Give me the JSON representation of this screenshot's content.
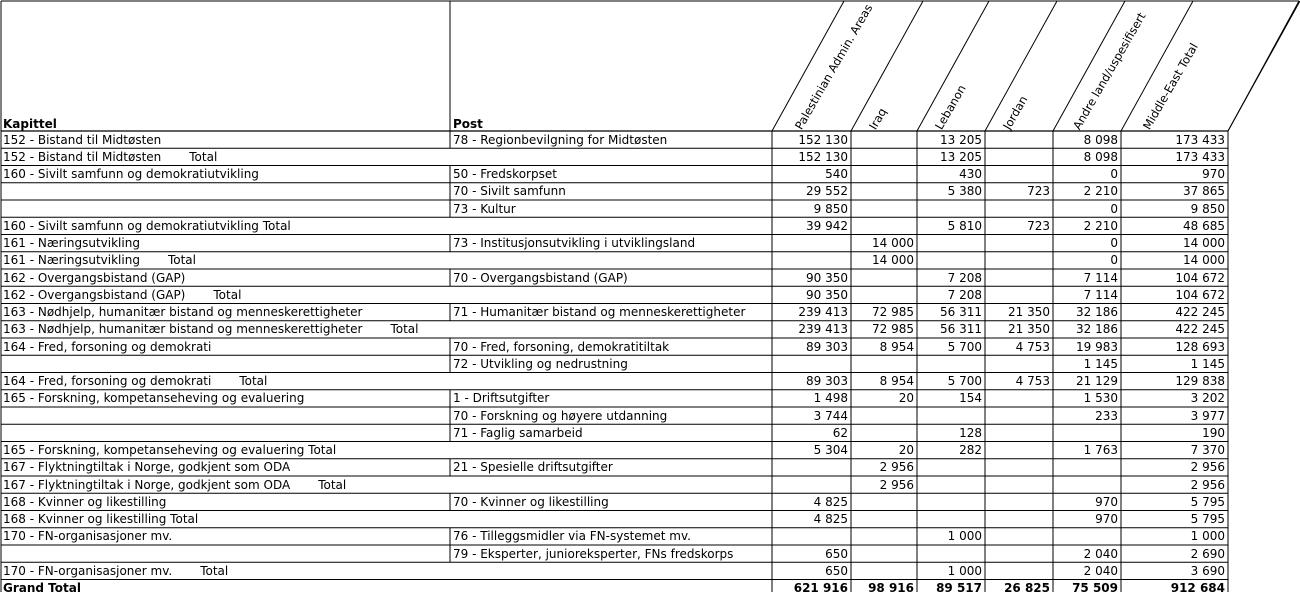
{
  "headers": {
    "kapittel": "Kapittel",
    "post": "Post",
    "columns": [
      "Palestinian Admin. Areas",
      "Iraq",
      "Lebanon",
      "Jordan",
      "Andre land/uspesifisert",
      "Middle-East Total"
    ]
  },
  "rows": [
    {
      "kap": "152 - Bistand til Midtøsten",
      "total": "",
      "post": "78 - Regionbevilgning for Midtøsten",
      "vals": [
        "152 130",
        "",
        "13 205",
        "",
        "8 098",
        "173 433"
      ]
    },
    {
      "kap": "152 - Bistand til Midtøsten",
      "total": "Total",
      "post": "",
      "vals": [
        "152 130",
        "",
        "13 205",
        "",
        "8 098",
        "173 433"
      ]
    },
    {
      "kap": "160 - Sivilt samfunn og demokratiutvikling",
      "total": "",
      "post": "50 - Fredskorpset",
      "vals": [
        "540",
        "",
        "430",
        "",
        "0",
        "970"
      ]
    },
    {
      "kap": "",
      "total": "",
      "post": "70 - Sivilt samfunn",
      "vals": [
        "29 552",
        "",
        "5 380",
        "723",
        "2 210",
        "37 865"
      ]
    },
    {
      "kap": "",
      "total": "",
      "post": "73 - Kultur",
      "vals": [
        "9 850",
        "",
        "",
        "",
        "0",
        "9 850"
      ]
    },
    {
      "kap": "160 - Sivilt samfunn og demokratiutvikling Total",
      "total": "",
      "post": "",
      "vals": [
        "39 942",
        "",
        "5 810",
        "723",
        "2 210",
        "48 685"
      ]
    },
    {
      "kap": "161 - Næringsutvikling",
      "total": "",
      "post": "73 - Institusjonsutvikling i utviklingsland",
      "vals": [
        "",
        "14 000",
        "",
        "",
        "0",
        "14 000"
      ]
    },
    {
      "kap": "161 - Næringsutvikling",
      "total": "Total",
      "post": "",
      "vals": [
        "",
        "14 000",
        "",
        "",
        "0",
        "14 000"
      ]
    },
    {
      "kap": "162 - Overgangsbistand (GAP)",
      "total": "",
      "post": "70 - Overgangsbistand (GAP)",
      "vals": [
        "90 350",
        "",
        "7 208",
        "",
        "7 114",
        "104 672"
      ]
    },
    {
      "kap": "162 - Overgangsbistand (GAP)",
      "total": "Total",
      "post": "",
      "vals": [
        "90 350",
        "",
        "7 208",
        "",
        "7 114",
        "104 672"
      ]
    },
    {
      "kap": "163 - Nødhjelp, humanitær bistand og menneskerettigheter",
      "total": "",
      "post": "71 - Humanitær bistand og menneskerettigheter",
      "vals": [
        "239 413",
        "72 985",
        "56 311",
        "21 350",
        "32 186",
        "422 245"
      ]
    },
    {
      "kap": "163 - Nødhjelp, humanitær bistand og menneskerettigheter",
      "total": "Total",
      "post": "",
      "vals": [
        "239 413",
        "72 985",
        "56 311",
        "21 350",
        "32 186",
        "422 245"
      ]
    },
    {
      "kap": "164 - Fred, forsoning og demokrati",
      "total": "",
      "post": "70 - Fred, forsoning, demokratitiltak",
      "vals": [
        "89 303",
        "8 954",
        "5 700",
        "4 753",
        "19 983",
        "128 693"
      ]
    },
    {
      "kap": "",
      "total": "",
      "post": "72 - Utvikling og nedrustning",
      "vals": [
        "",
        "",
        "",
        "",
        "1 145",
        "1 145"
      ]
    },
    {
      "kap": "164 - Fred, forsoning og demokrati",
      "total": "Total",
      "post": "",
      "vals": [
        "89 303",
        "8 954",
        "5 700",
        "4 753",
        "21 129",
        "129 838"
      ]
    },
    {
      "kap": "165 - Forskning, kompetanseheving og evaluering",
      "total": "",
      "post": "1 - Driftsutgifter",
      "vals": [
        "1 498",
        "20",
        "154",
        "",
        "1 530",
        "3 202"
      ]
    },
    {
      "kap": "",
      "total": "",
      "post": "70 - Forskning og høyere utdanning",
      "vals": [
        "3 744",
        "",
        "",
        "",
        "233",
        "3 977"
      ]
    },
    {
      "kap": "",
      "total": "",
      "post": "71 - Faglig samarbeid",
      "vals": [
        "62",
        "",
        "128",
        "",
        "",
        "190"
      ]
    },
    {
      "kap": "165 - Forskning, kompetanseheving og evaluering Total",
      "total": "",
      "post": "",
      "vals": [
        "5 304",
        "20",
        "282",
        "",
        "1 763",
        "7 370"
      ]
    },
    {
      "kap": "167 - Flyktningtiltak i Norge, godkjent som ODA",
      "total": "",
      "post": "21 - Spesielle driftsutgifter",
      "vals": [
        "",
        "2 956",
        "",
        "",
        "",
        "2 956"
      ]
    },
    {
      "kap": "167 - Flyktningtiltak i Norge, godkjent som ODA",
      "total": "Total",
      "post": "",
      "vals": [
        "",
        "2 956",
        "",
        "",
        "",
        "2 956"
      ]
    },
    {
      "kap": "168 - Kvinner og likestilling",
      "total": "",
      "post": "70 - Kvinner og likestilling",
      "vals": [
        "4 825",
        "",
        "",
        "",
        "970",
        "5 795"
      ]
    },
    {
      "kap": "168 - Kvinner og likestilling Total",
      "total": "",
      "post": "",
      "vals": [
        "4 825",
        "",
        "",
        "",
        "970",
        "5 795"
      ]
    },
    {
      "kap": "170 - FN-organisasjoner mv.",
      "total": "",
      "post": "76 - Tilleggsmidler via FN-systemet mv.",
      "vals": [
        "",
        "",
        "1 000",
        "",
        "",
        "1 000"
      ]
    },
    {
      "kap": "",
      "total": "",
      "post": "79 - Eksperter,  junioreksperter, FNs fredskorps",
      "vals": [
        "650",
        "",
        "",
        "",
        "2 040",
        "2 690"
      ]
    },
    {
      "kap": "170 - FN-organisasjoner mv.",
      "total": "Total",
      "post": "",
      "vals": [
        "650",
        "",
        "1 000",
        "",
        "2 040",
        "3 690"
      ]
    }
  ],
  "grand_total": {
    "label": "Grand Total",
    "vals": [
      "621 916",
      "98 916",
      "89 517",
      "26 825",
      "75 509",
      "912 684"
    ]
  }
}
